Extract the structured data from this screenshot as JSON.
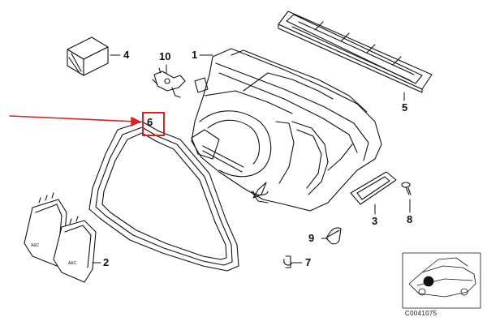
{
  "callouts": {
    "c1": "1",
    "c2": "2",
    "c3": "3",
    "c4": "4",
    "c5": "5",
    "c6": "6",
    "c7": "7",
    "c8": "8",
    "c9": "9",
    "c10": "10"
  },
  "highlight_color": "#e02020",
  "thumbnail_ref": "C0041075"
}
